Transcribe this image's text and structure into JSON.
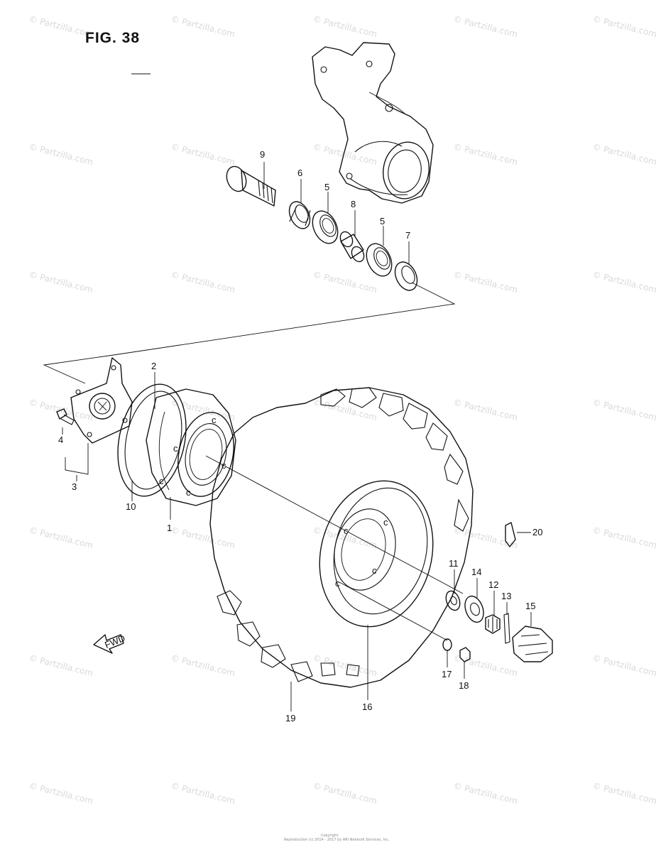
{
  "figure": {
    "title": "FIG. 38"
  },
  "watermark_text": "© Partzilla.com",
  "callouts": {
    "p1": "1",
    "p2": "2",
    "p3": "3",
    "p4": "4",
    "p5a": "5",
    "p5b": "5",
    "p6": "6",
    "p7": "7",
    "p8": "8",
    "p9": "9",
    "p10": "10",
    "p11": "11",
    "p12": "12",
    "p13": "13",
    "p14": "14",
    "p15": "15",
    "p16": "16",
    "p17": "17",
    "p18": "18",
    "p19": "19",
    "p20": "20"
  },
  "icons": {
    "front_arrow": "fwd-arrow-icon",
    "arrow_text": "FWD"
  },
  "footer": {
    "line1": "Copyright",
    "line2": "Reproduction (c) 2014 - 2017 by ARI Network Services, Inc."
  }
}
